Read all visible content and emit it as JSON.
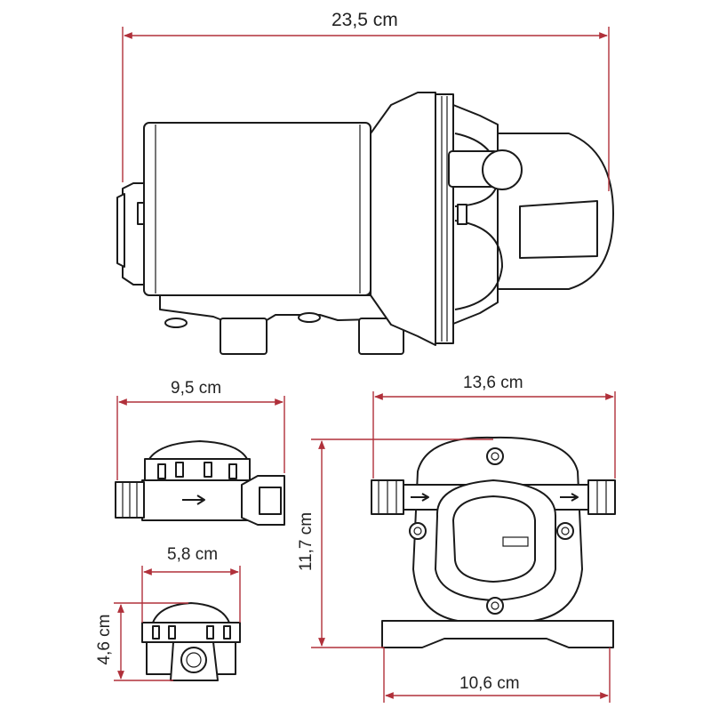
{
  "colors": {
    "dimension": "#b0303a",
    "outline": "#1a1a1a"
  },
  "dimensions": {
    "length_top": "23,5 cm",
    "width_side": "9,5 cm",
    "length_front": "13,6 cm",
    "height_front": "11,7 cm",
    "width_small": "5,8 cm",
    "height_small": "4,6 cm",
    "base_front": "10,6 cm"
  }
}
